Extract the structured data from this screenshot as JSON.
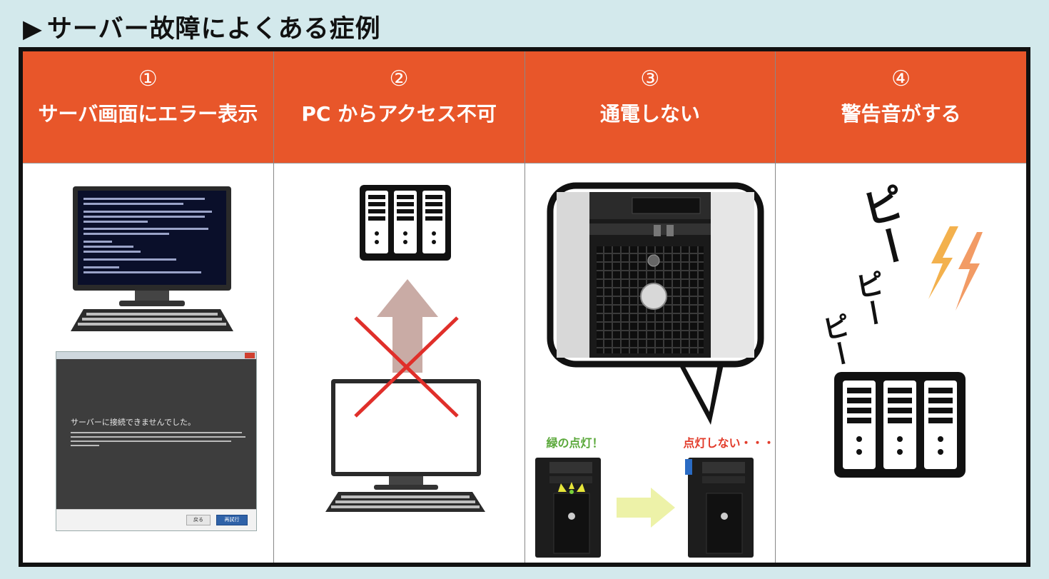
{
  "title": "サーバー故障によくある症例",
  "title_marker": "▶",
  "columns": [
    {
      "num": "①",
      "label": "サーバ画面にエラー表示",
      "dialog_title": "サーバーに接続できませんでした。",
      "dialog_buttons": [
        "戻る",
        "再試行"
      ]
    },
    {
      "num": "②",
      "label": "PC からアクセス不可"
    },
    {
      "num": "③",
      "label": "通電しない",
      "caption_green": "緑の点灯！",
      "caption_red": "点灯しない・・・"
    },
    {
      "num": "④",
      "label": "警告音がする",
      "beep_large": "ピー",
      "beep_medium": "ピー",
      "beep_small": "ピー"
    }
  ],
  "colors": {
    "header": "#e8562a",
    "background": "#d3e9ec",
    "border": "#111111",
    "green_caption": "#5aa83a",
    "red_caption": "#e23b2a",
    "lightning": "#f2a93a"
  }
}
